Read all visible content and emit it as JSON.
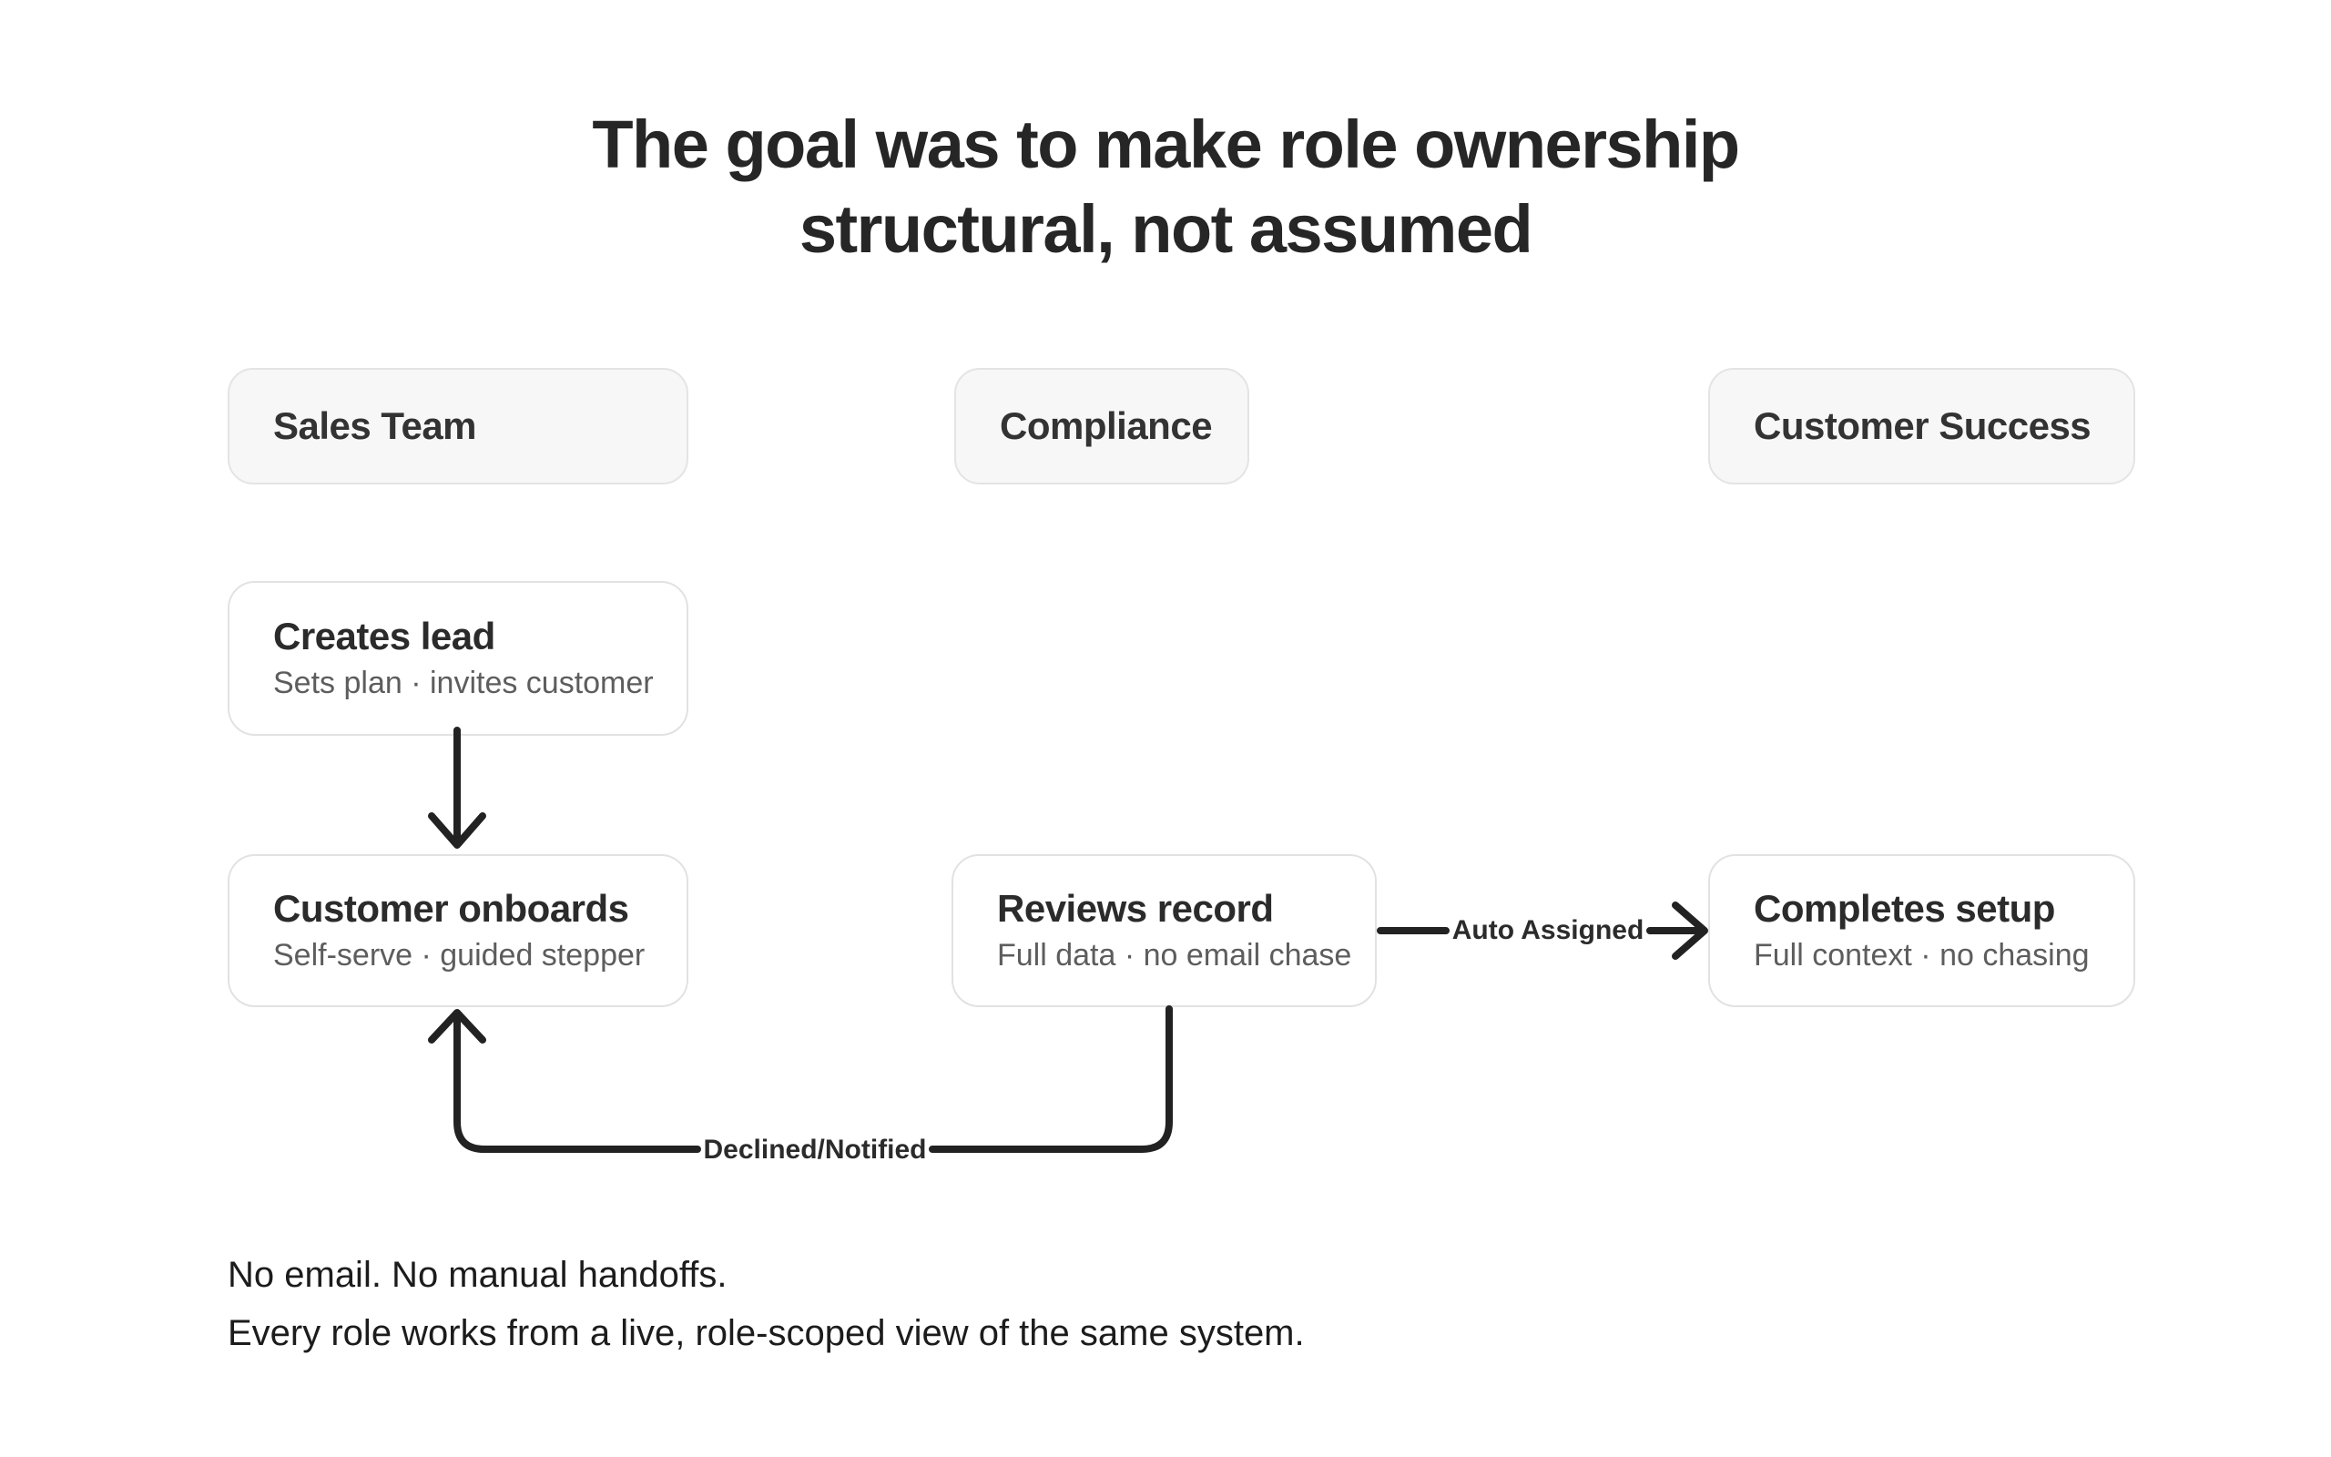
{
  "title": {
    "line1": "The goal was to make role ownership",
    "line2": "structural, not assumed"
  },
  "lanes": [
    {
      "label": "Sales Team"
    },
    {
      "label": "Compliance"
    },
    {
      "label": "Customer Success"
    }
  ],
  "nodes": [
    {
      "title": "Creates lead",
      "subtitle": "Sets plan · invites customer"
    },
    {
      "title": "Customer onboards",
      "subtitle": "Self-serve · guided stepper"
    },
    {
      "title": "Reviews record",
      "subtitle": "Full data · no email chase"
    },
    {
      "title": "Completes setup",
      "subtitle": "Full context · no chasing"
    }
  ],
  "edges": {
    "auto_assigned": "Auto Assigned",
    "declined": "Declined/Notified"
  },
  "footer": {
    "line1": "No email. No manual handoffs.",
    "line2": "Every role works from a live, role-scoped view of the same system."
  },
  "colors": {
    "background": "#ffffff",
    "lane_header_fill": "#f7f7f7",
    "lane_header_border": "#e4e4e4",
    "node_border": "#e2e2e2",
    "text_primary": "#262626",
    "text_muted": "#5d5d5d",
    "arrow": "#222222"
  }
}
